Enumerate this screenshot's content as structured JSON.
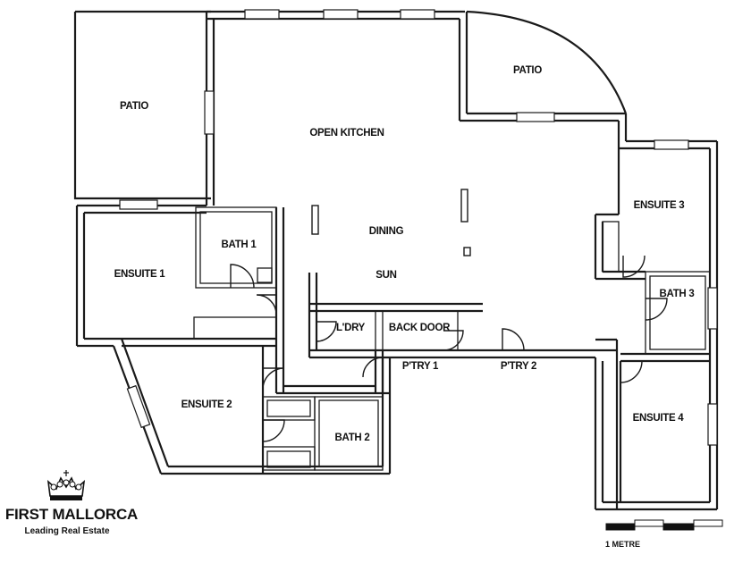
{
  "plan": {
    "rooms": {
      "patio_left": "PATIO",
      "patio_right": "PATIO",
      "open_kitchen": "OPEN KITCHEN",
      "dining": "DINING",
      "sun": "SUN",
      "bath_1": "BATH 1",
      "ensuite_1": "ENSUITE 1",
      "ensuite_2": "ENSUITE 2",
      "bath_2": "BATH 2",
      "laundry": "L'DRY",
      "back_door": "BACK DOOR",
      "pantry_1": "P'TRY 1",
      "pantry_2": "P'TRY 2",
      "ensuite_3": "ENSUITE 3",
      "bath_3": "BATH 3",
      "ensuite_4": "ENSUITE 4"
    },
    "scale_label": "1 METRE"
  },
  "brand": {
    "name": "FIRST MALLORCA",
    "tagline": "Leading Real Estate",
    "logo_icon": "crown-icon"
  }
}
